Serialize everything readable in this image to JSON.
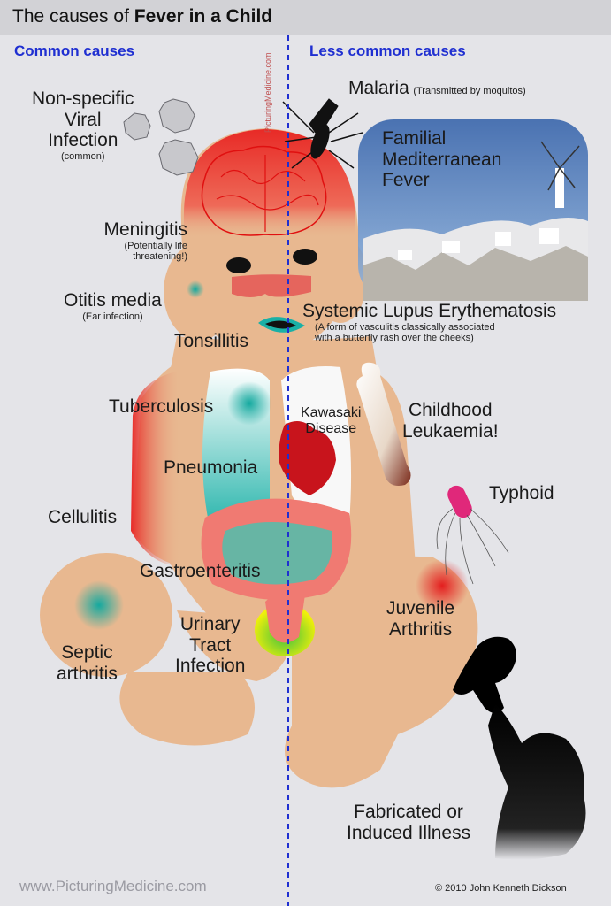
{
  "title": {
    "prefix": "The causes of ",
    "bold": "Fever in a Child"
  },
  "headings": {
    "common": "Common causes",
    "less_common": "Less common causes"
  },
  "common_causes": {
    "viral": {
      "line1": "Non-specific",
      "line2": "Viral",
      "line3": "Infection",
      "note": "(common)"
    },
    "meningitis": {
      "label": "Meningitis",
      "note1": "(Potentially life",
      "note2": "threatening!)"
    },
    "otitis": {
      "label": "Otitis media",
      "note": "(Ear infection)"
    },
    "tonsillitis": "Tonsillitis",
    "tuberculosis": "Tuberculosis",
    "pneumonia": "Pneumonia",
    "cellulitis": "Cellulitis",
    "gastroenteritis": "Gastroenteritis",
    "uti": {
      "line1": "Urinary",
      "line2": "Tract",
      "line3": "Infection"
    },
    "septic_arthritis": {
      "line1": "Septic",
      "line2": "arthritis"
    }
  },
  "less_common_causes": {
    "malaria": {
      "label": "Malaria",
      "note": "(Transmitted by moquitos)"
    },
    "fmf": {
      "line1": "Familial",
      "line2": "Mediterranean",
      "line3": "Fever"
    },
    "sle": {
      "label": "Systemic Lupus Erythematosis",
      "note1": "(A form of vasculitis classically associated",
      "note2": "with a butterfly rash over the cheeks)"
    },
    "kawasaki": {
      "line1": "Kawasaki",
      "line2": "Disease"
    },
    "leukaemia": {
      "line1": "Childhood",
      "line2": "Leukaemia!"
    },
    "typhoid": "Typhoid",
    "juvenile_arthritis": {
      "line1": "Juvenile",
      "line2": "Arthritis"
    },
    "fabricated": {
      "line1": "Fabricated or",
      "line2": "Induced Illness"
    }
  },
  "watermark": "PicturingMedicine.com",
  "footer": {
    "website": "www.PicturingMedicine.com",
    "copyright": "© 2010 John Kenneth Dickson"
  },
  "colors": {
    "heading": "#1f2fd1",
    "divider": "#1f2fd1",
    "skin": "#e8b890",
    "inflammation": "#e83030",
    "infection_spot": "#1ab0a6"
  }
}
